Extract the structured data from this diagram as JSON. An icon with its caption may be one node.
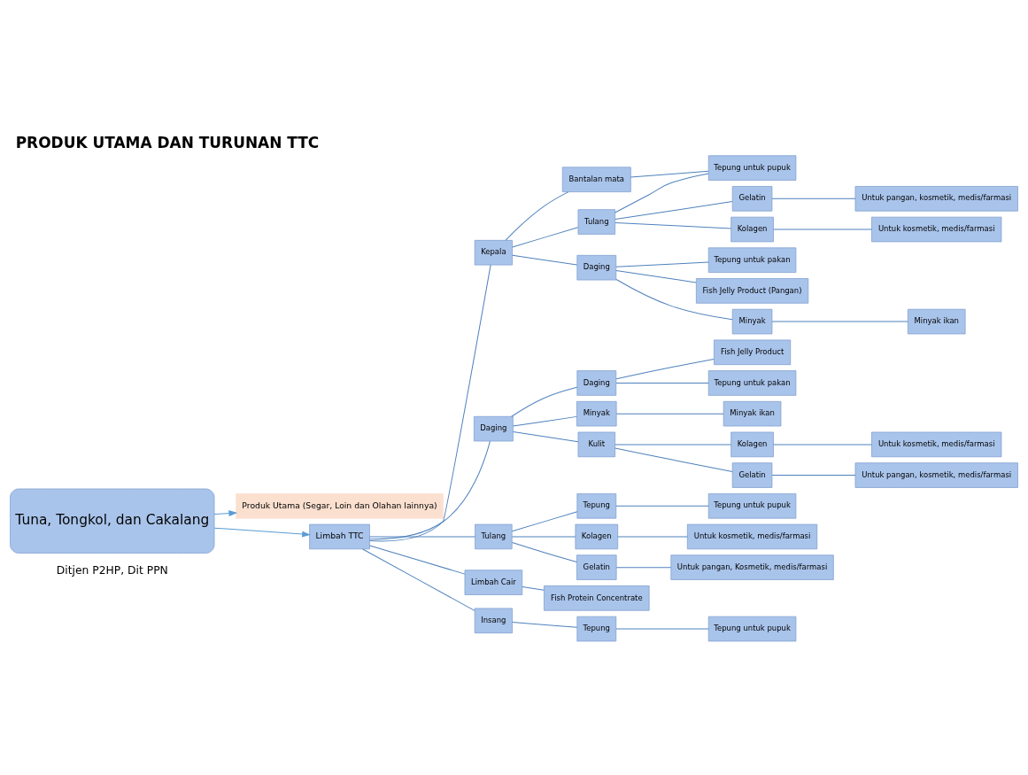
{
  "diagram": {
    "title": "PRODUK UTAMA DAN TURUNAN TTC",
    "nodes": [
      {
        "text": [
          "Tuna, Tongkol, dan Cakalang"
        ]
      },
      {
        "text": [
          "Produk Utama (Segar, Loin dan Olahan lainnya)"
        ]
      },
      {
        "text": [
          "Limbah TTC"
        ]
      },
      {
        "text": [
          "Kepala"
        ]
      },
      {
        "text": [
          "Bantalan mata"
        ]
      },
      {
        "text": [
          "Tepung untuk pupuk"
        ]
      },
      {
        "text": [
          "Tulang"
        ]
      },
      {
        "text": [
          "Gelatin"
        ]
      },
      {
        "text": [
          "Untuk pangan, kosmetik, medis/farmasi"
        ]
      },
      {
        "text": [
          "Kolagen"
        ]
      },
      {
        "text": [
          "Untuk kosmetik, medis/farmasi"
        ]
      },
      {
        "text": [
          "Daging"
        ]
      },
      {
        "text": [
          "Tepung untuk pakan"
        ]
      },
      {
        "text": [
          "Fish Jelly Product (Pangan)"
        ]
      },
      {
        "text": [
          "Minyak"
        ]
      },
      {
        "text": [
          "Minyak ikan"
        ]
      },
      {
        "text": [
          "Daging"
        ]
      },
      {
        "text": [
          "Daging"
        ]
      },
      {
        "text": [
          "Fish Jelly Product"
        ]
      },
      {
        "text": [
          "Tepung untuk pakan"
        ]
      },
      {
        "text": [
          "Minyak"
        ]
      },
      {
        "text": [
          "Minyak ikan"
        ]
      },
      {
        "text": [
          "Kulit"
        ]
      },
      {
        "text": [
          "Kolagen"
        ]
      },
      {
        "text": [
          "Untuk kosmetik, medis/farmasi"
        ]
      },
      {
        "text": [
          "Gelatin"
        ]
      },
      {
        "text": [
          "Untuk pangan, kosmetik, medis/farmasi"
        ]
      },
      {
        "text": [
          "Tulang"
        ]
      },
      {
        "text": [
          "Tepung"
        ]
      },
      {
        "text": [
          "Tepung untuk pupuk"
        ]
      },
      {
        "text": [
          "Kolagen"
        ]
      },
      {
        "text": [
          "Untuk kosmetik, medis/farmasi"
        ]
      },
      {
        "text": [
          "Gelatin"
        ]
      },
      {
        "text": [
          "Untuk pangan, Kosmetik, medis/farmasi"
        ]
      },
      {
        "text": [
          "Limbah Cair"
        ]
      },
      {
        "text": [
          "Fish Protein Concentrate"
        ]
      },
      {
        "text": [
          "Insang"
        ]
      },
      {
        "text": [
          "Tepung"
        ]
      },
      {
        "text": [
          "Tepung untuk pupuk"
        ]
      }
    ],
    "edges": [
      {
        "from": 0,
        "to": 1,
        "arrow": "to",
        "color": "#5b9bd5"
      },
      {
        "from": 0,
        "to": 2,
        "arrow": "to",
        "color": "#5b9bd5"
      },
      {
        "from": 2,
        "to": 3,
        "arrow": "none"
      },
      {
        "from": 2,
        "to": 16,
        "arrow": "none"
      },
      {
        "from": 2,
        "to": 27,
        "arrow": "none"
      },
      {
        "from": 2,
        "to": 36,
        "arrow": "none"
      },
      {
        "from": 2,
        "to": 34,
        "arrow": "none"
      },
      {
        "from": 3,
        "to": 4,
        "arrow": "none"
      },
      {
        "from": 3,
        "to": 6,
        "arrow": "none"
      },
      {
        "from": 3,
        "to": 11,
        "arrow": "none"
      },
      {
        "from": 4,
        "to": 5,
        "arrow": "none"
      },
      {
        "from": 6,
        "to": 5,
        "arrow": "none"
      },
      {
        "from": 6,
        "to": 7,
        "arrow": "none"
      },
      {
        "from": 6,
        "to": 9,
        "arrow": "none"
      },
      {
        "from": 7,
        "to": 8,
        "arrow": "none"
      },
      {
        "from": 9,
        "to": 10,
        "arrow": "none"
      },
      {
        "from": 11,
        "to": 12,
        "arrow": "none"
      },
      {
        "from": 11,
        "to": 13,
        "arrow": "none"
      },
      {
        "from": 11,
        "to": 14,
        "arrow": "none"
      },
      {
        "from": 14,
        "to": 15,
        "arrow": "none"
      },
      {
        "from": 16,
        "to": 17,
        "arrow": "none"
      },
      {
        "from": 16,
        "to": 20,
        "arrow": "none"
      },
      {
        "from": 16,
        "to": 22,
        "arrow": "none"
      },
      {
        "from": 17,
        "to": 18,
        "arrow": "none"
      },
      {
        "from": 17,
        "to": 19,
        "arrow": "none"
      },
      {
        "from": 20,
        "to": 21,
        "arrow": "none"
      },
      {
        "from": 22,
        "to": 23,
        "arrow": "none"
      },
      {
        "from": 22,
        "to": 25,
        "arrow": "none"
      },
      {
        "from": 23,
        "to": 24,
        "arrow": "none"
      },
      {
        "from": 25,
        "to": 26,
        "arrow": "none"
      },
      {
        "from": 27,
        "to": 28,
        "arrow": "none"
      },
      {
        "from": 27,
        "to": 30,
        "arrow": "none"
      },
      {
        "from": 27,
        "to": 32,
        "arrow": "none"
      },
      {
        "from": 28,
        "to": 29,
        "arrow": "none"
      },
      {
        "from": 30,
        "to": 31,
        "arrow": "none"
      },
      {
        "from": 32,
        "to": 33,
        "arrow": "none"
      },
      {
        "from": 34,
        "to": 35,
        "arrow": "none"
      },
      {
        "from": 36,
        "to": 37,
        "arrow": "none"
      },
      {
        "from": 37,
        "to": 38,
        "arrow": "none"
      }
    ],
    "labels": [
      "Ditjen P2HP, Dit PPN"
    ]
  }
}
